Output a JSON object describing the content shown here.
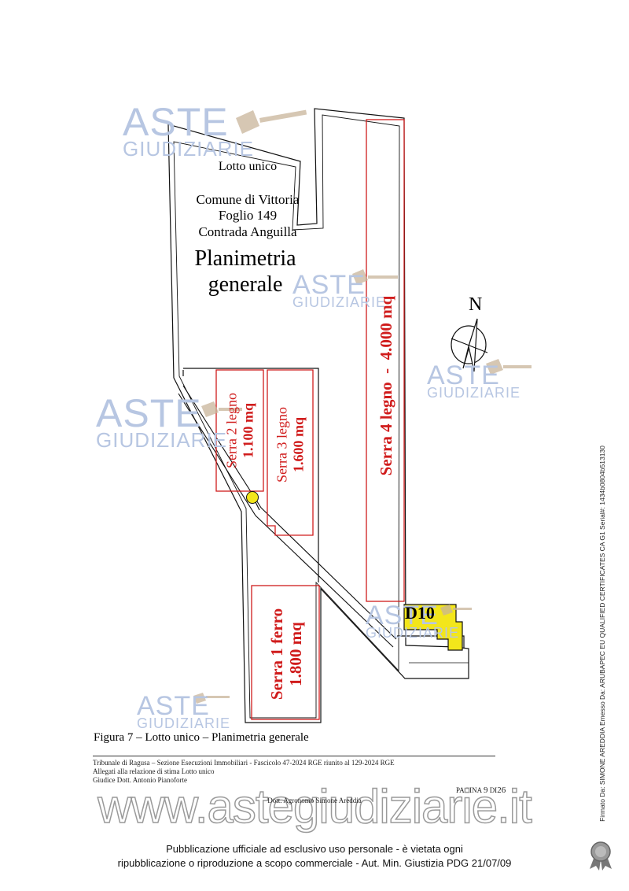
{
  "plan": {
    "lotto": "Lotto unico",
    "comune": "Comune di Vittoria",
    "foglio": "Foglio 149",
    "contrada": "Contrada Anguilla",
    "title_line1": "Planimetria",
    "title_line2": "generale",
    "north": "N",
    "d10": "D10",
    "serre": [
      {
        "line1": "Serra 2 legno",
        "line2": "1.100 mq"
      },
      {
        "line1": "Serra 3 legno",
        "line2": "1.600 mq"
      },
      {
        "line1": "Serra 4 legno  -  4.000 mq",
        "line2": ""
      },
      {
        "line1": "Serra 1 ferro",
        "line2": "1.800 mq"
      }
    ]
  },
  "watermark": {
    "line1": "ASTE",
    "line2": "GIUDIZIARIE"
  },
  "caption": "Figura 7 – Lotto unico – Planimetria generale",
  "footer": {
    "line1": "Tribunale di Ragusa – Sezione Esecuzioni Immobiliari - Fascicolo 47-2024 RGE riunito al 129-2024 RGE",
    "line2": "Allegati alla relazione di stima Lotto unico",
    "line3": "Giudice Dott. Antonio Pianoforte",
    "page_label": "PAGINA",
    "page_num": "9",
    "page_of": "DI",
    "page_total": "26",
    "author": "Dott. Agronomo Simone Areddia"
  },
  "site_url": "www.astegiudiziarie.it",
  "publication": {
    "line1": "Pubblicazione ufficiale ad esclusivo uso personale - è vietata ogni",
    "line2": "ripubblicazione o riproduzione a scopo commerciale - Aut. Min. Giustizia PDG 21/07/09"
  },
  "signature": "Firmato Da: SIMONE AREDDIA Emesso Da: ARUBAPEC EU QUALIFIED CERTIFICATES CA G1 Serial#: 1434b0804b513130",
  "colors": {
    "serra": "#d01c1c",
    "d10": "#f3e61b",
    "watermark": "#b7c6e2"
  }
}
